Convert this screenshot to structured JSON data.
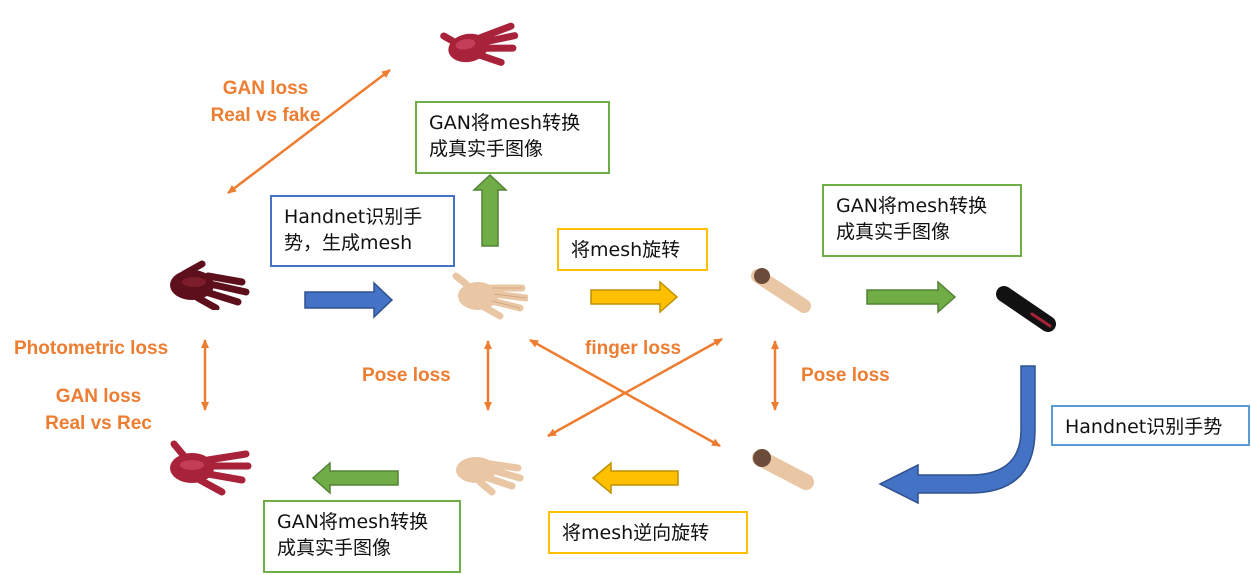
{
  "colors": {
    "orange": "#ED7D31",
    "green": "#70AD47",
    "blue": "#4472C4",
    "yellow": "#FFC000",
    "hand_real": "#A8223A",
    "hand_mesh": "#E9C6A4"
  },
  "boxes": {
    "gan_top": [
      "GAN将mesh转换",
      "成真实手图像"
    ],
    "handnet_mid": [
      "Handnet识别手",
      "势，生成mesh"
    ],
    "rotate": "将mesh旋转",
    "gan_right": [
      "GAN将mesh转换",
      "成真实手图像"
    ],
    "handnet_right": "Handnet识别手势",
    "gan_bottom": [
      "GAN将mesh转换",
      "成真实手图像"
    ],
    "reverse_rotate": "将mesh逆向旋转"
  },
  "losses": {
    "gan_top": [
      "GAN loss",
      "Real vs fake"
    ],
    "photometric": "Photometric loss",
    "gan_rec": [
      "GAN loss",
      "Real vs Rec"
    ],
    "pose_left": "Pose loss",
    "finger": "finger loss",
    "pose_right": "Pose loss"
  },
  "hands": {
    "gan_generated_top": "hand-red-icon",
    "real_input": "hand-red-icon",
    "reconstructed": "hand-red-icon",
    "mesh_front": "hand-mesh-icon",
    "mesh_rotated": "hand-mesh-icon",
    "gan_rotated": "hand-dark-icon",
    "mesh_rotated_back": "hand-mesh-icon",
    "mesh_back_front": "hand-mesh-icon"
  }
}
